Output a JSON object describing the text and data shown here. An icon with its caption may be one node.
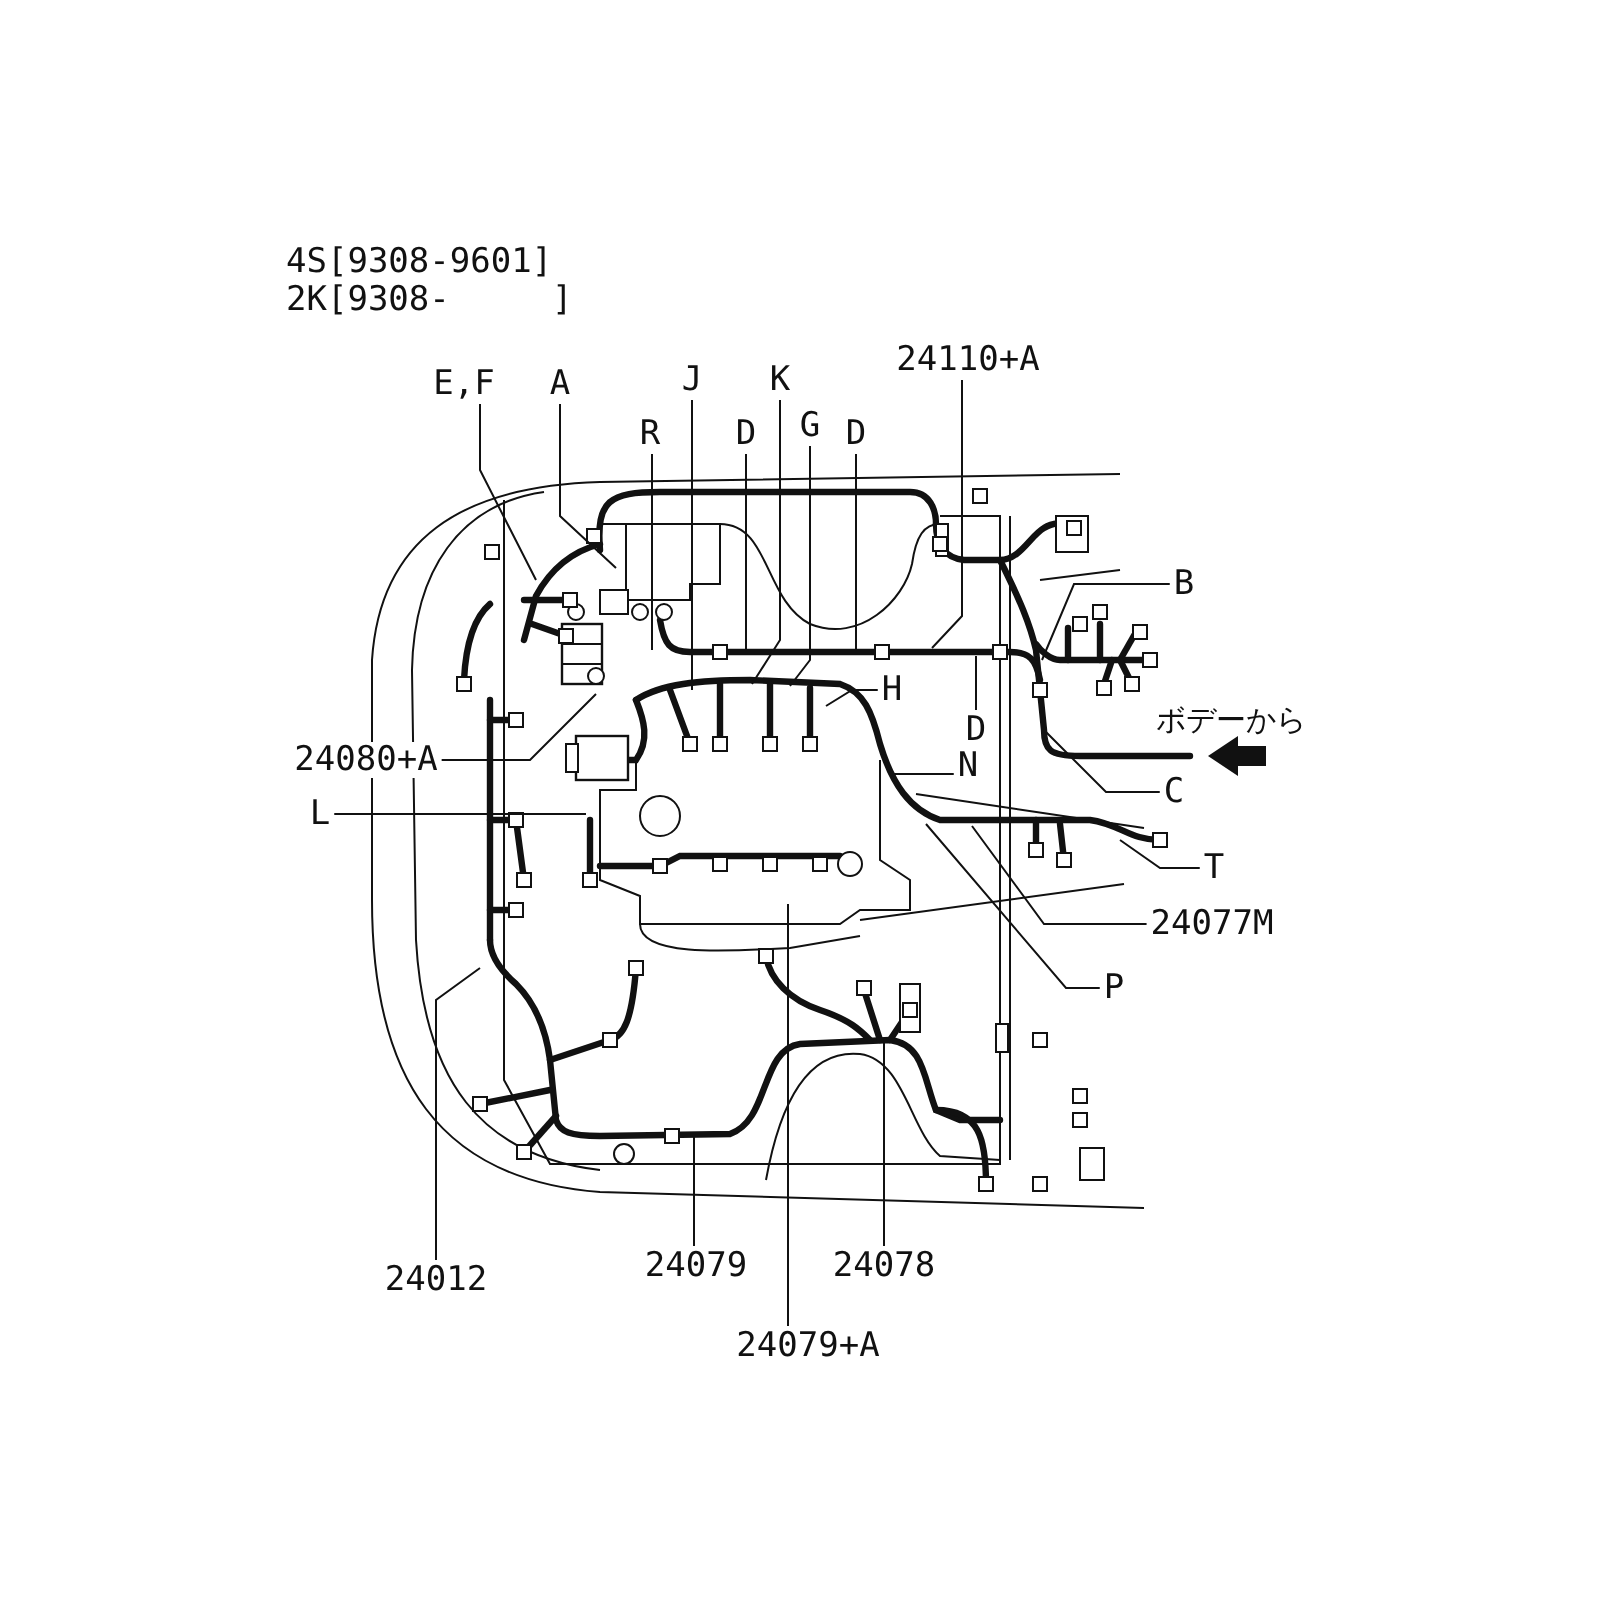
{
  "diagram": {
    "nodes": [
      {
        "text": [
          "E,F"
        ]
      },
      {
        "text": [
          "A"
        ]
      },
      {
        "text": [
          "R"
        ]
      },
      {
        "text": [
          "J"
        ]
      },
      {
        "text": [
          "D"
        ]
      },
      {
        "text": [
          "K"
        ]
      },
      {
        "text": [
          "G"
        ]
      },
      {
        "text": [
          "D"
        ]
      },
      {
        "text": [
          "24110+A"
        ]
      },
      {
        "text": [
          "B"
        ]
      },
      {
        "text": [
          "H"
        ]
      },
      {
        "text": [
          "D"
        ]
      },
      {
        "text": [
          "24080+A"
        ]
      },
      {
        "text": [
          "N"
        ]
      },
      {
        "text": [
          "L"
        ]
      },
      {
        "text": [
          "C"
        ]
      },
      {
        "text": [
          "T"
        ]
      },
      {
        "text": [
          "24077M"
        ]
      },
      {
        "text": [
          "P"
        ]
      },
      {
        "text": [
          "24012"
        ]
      },
      {
        "text": [
          "24079"
        ]
      },
      {
        "text": [
          "24078"
        ]
      },
      {
        "text": [
          "24079+A"
        ]
      }
    ],
    "edges": [
      {
        "from": 0,
        "to": null,
        "arrow": "none"
      },
      {
        "from": 1,
        "to": null,
        "arrow": "none"
      },
      {
        "from": 2,
        "to": null,
        "arrow": "none"
      },
      {
        "from": 3,
        "to": null,
        "arrow": "none"
      },
      {
        "from": 4,
        "to": null,
        "arrow": "none"
      },
      {
        "from": 5,
        "to": null,
        "arrow": "none"
      },
      {
        "from": 6,
        "to": null,
        "arrow": "none"
      },
      {
        "from": 7,
        "to": null,
        "arrow": "none"
      },
      {
        "from": 8,
        "to": null,
        "arrow": "none"
      },
      {
        "from": 9,
        "to": null,
        "arrow": "none"
      },
      {
        "from": 10,
        "to": null,
        "arrow": "none"
      },
      {
        "from": 11,
        "to": null,
        "arrow": "none"
      },
      {
        "from": 12,
        "to": null,
        "arrow": "none"
      },
      {
        "from": 13,
        "to": null,
        "arrow": "none"
      },
      {
        "from": 14,
        "to": null,
        "arrow": "none"
      },
      {
        "from": 15,
        "to": null,
        "arrow": "none"
      },
      {
        "from": 16,
        "to": null,
        "arrow": "none"
      },
      {
        "from": 17,
        "to": null,
        "arrow": "none"
      },
      {
        "from": 18,
        "to": null,
        "arrow": "none"
      },
      {
        "from": 19,
        "to": null,
        "arrow": "none"
      },
      {
        "from": 20,
        "to": null,
        "arrow": "none"
      },
      {
        "from": 21,
        "to": null,
        "arrow": "none"
      },
      {
        "from": 22,
        "to": null,
        "arrow": "none"
      }
    ],
    "labels": [
      "4S[9308-9601]",
      "2K[9308-     ]",
      "ボデーから"
    ]
  }
}
